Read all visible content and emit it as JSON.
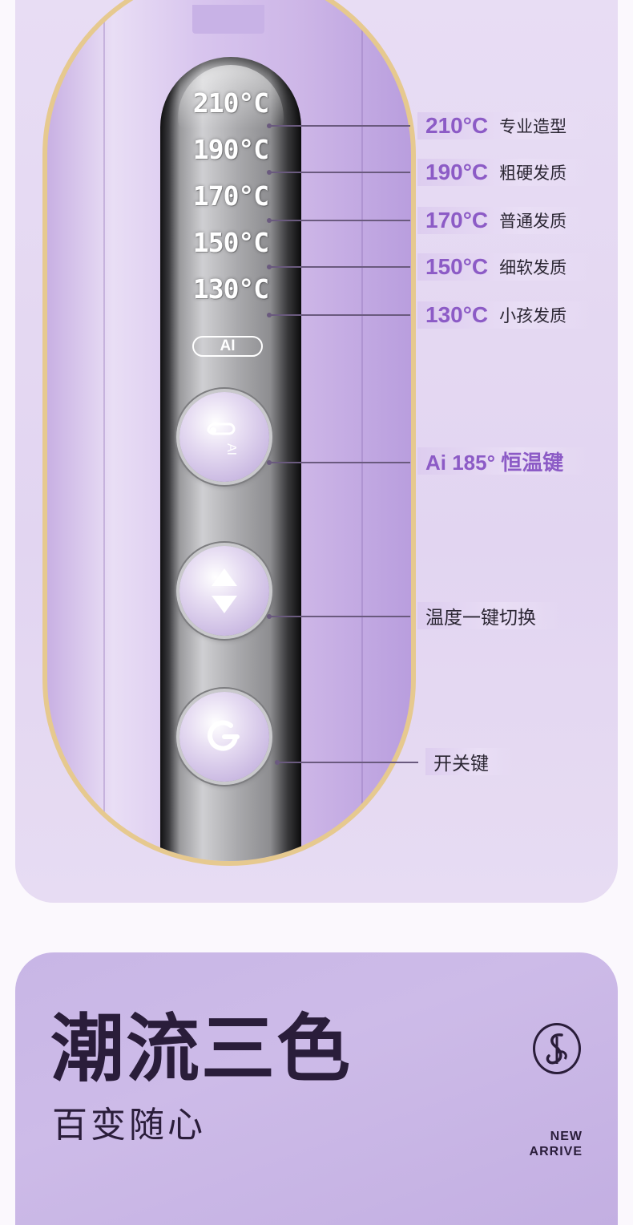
{
  "accent_color": "#8c5bc6",
  "gold_trim_color": "#e6c98f",
  "device": {
    "temperatures": [
      "210°C",
      "190°C",
      "170°C",
      "150°C",
      "130°C"
    ],
    "ai_badge": "AI",
    "buttons": [
      {
        "icon": "thermometer-ai-icon"
      },
      {
        "icon": "up-down-arrows-icon"
      },
      {
        "icon": "power-icon"
      }
    ]
  },
  "callouts": {
    "temps": [
      {
        "temp": "210°C",
        "desc": "专业造型"
      },
      {
        "temp": "190°C",
        "desc": "粗硬发质"
      },
      {
        "temp": "170°C",
        "desc": "普通发质"
      },
      {
        "temp": "150°C",
        "desc": "细软发质"
      },
      {
        "temp": "130°C",
        "desc": "小孩发质"
      }
    ],
    "ai_key": "Ai 185° 恒温键",
    "switch_temp": "温度一键切换",
    "power_key": "开关键"
  },
  "banner": {
    "title": "潮流三色",
    "subtitle": "百变随心",
    "logo_icon": "brand-monogram-icon",
    "badge_line1": "NEW",
    "badge_line2": "ARRIVE"
  }
}
